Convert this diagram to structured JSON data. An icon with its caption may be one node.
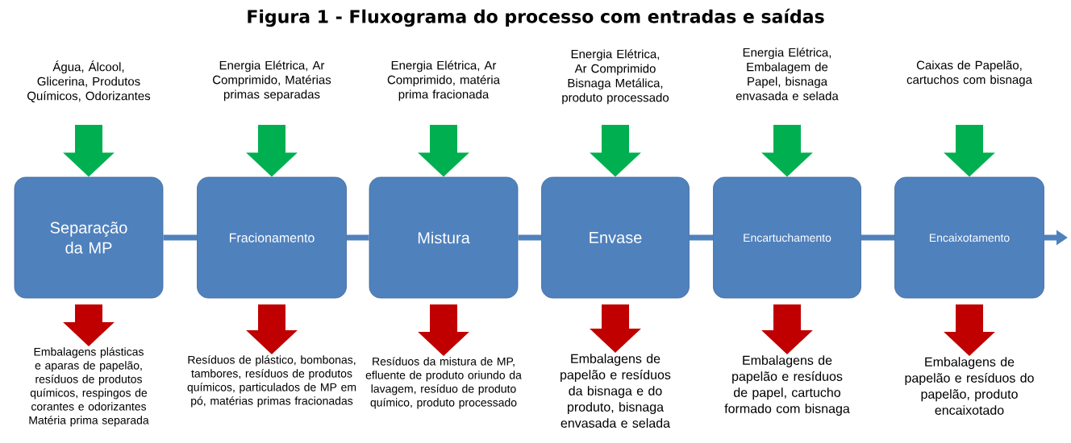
{
  "diagram": {
    "title": "Figura 1 - Fluxograma do processo com entradas e saídas",
    "nodes": [
      {
        "text": [
          "Água, Álcool, Glicerina, Produtos Químicos, Odorizantes"
        ]
      },
      {
        "text": [
          "Energia Elétrica, Ar Comprimido, Matérias primas separadas"
        ]
      },
      {
        "text": [
          "Energia Elétrica, Ar Comprimido, matéria prima fracionada"
        ]
      },
      {
        "text": [
          "Energia Elétrica, Ar Comprimido Bisnaga Metálica, produto processado"
        ]
      },
      {
        "text": [
          "Energia Elétrica, Embalagem de Papel, bisnaga envasada e selada"
        ]
      },
      {
        "text": [
          "Caixas de Papelão, cartuchos com bisnaga"
        ]
      },
      {
        "text": [
          "Separação da MP"
        ]
      },
      {
        "text": [
          "Fracionamento"
        ]
      },
      {
        "text": [
          "Mistura"
        ]
      },
      {
        "text": [
          "Envase"
        ]
      },
      {
        "text": [
          "Encartuchamento"
        ]
      },
      {
        "text": [
          "Encaixotamento"
        ]
      },
      {
        "text": [
          "Embalagens plásticas e aparas de papelão, resíduos de produtos químicos, respingos de corantes e odorizantes Matéria prima separada"
        ]
      },
      {
        "text": [
          "Resíduos de plástico, bombonas, tambores, resíduos de produtos químicos, particulados de MP em pó, matérias primas fracionadas"
        ]
      },
      {
        "text": [
          "Resíduos da mistura de MP, efluente de produto oriundo da lavagem, resíduo de produto químico, produto processado"
        ]
      },
      {
        "text": [
          "Embalagens de papelão e resíduos da bisnaga e do produto, bisnaga envasada e selada"
        ]
      },
      {
        "text": [
          "Embalagens de papelão e resíduos de papel, cartucho formado com bisnaga"
        ]
      },
      {
        "text": [
          "Embalagens de papelão e resíduos do papelão, produto encaixotado"
        ]
      }
    ],
    "edges": [
      {
        "from": 0,
        "to": 6,
        "arrow": "to",
        "color": "#00b050"
      },
      {
        "from": 1,
        "to": 7,
        "arrow": "to",
        "color": "#00b050"
      },
      {
        "from": 2,
        "to": 8,
        "arrow": "to",
        "color": "#00b050"
      },
      {
        "from": 3,
        "to": 9,
        "arrow": "to",
        "color": "#00b050"
      },
      {
        "from": 4,
        "to": 10,
        "arrow": "to",
        "color": "#00b050"
      },
      {
        "from": 5,
        "to": 11,
        "arrow": "to",
        "color": "#00b050"
      },
      {
        "from": 6,
        "to": 7,
        "arrow": "none",
        "color": "#4f81bd"
      },
      {
        "from": 7,
        "to": 8,
        "arrow": "none",
        "color": "#4f81bd"
      },
      {
        "from": 8,
        "to": 9,
        "arrow": "none",
        "color": "#4f81bd"
      },
      {
        "from": 9,
        "to": 10,
        "arrow": "none",
        "color": "#4f81bd"
      },
      {
        "from": 10,
        "to": 11,
        "arrow": "none",
        "color": "#4f81bd"
      },
      {
        "from": 11,
        "to": null,
        "arrow": "to",
        "color": "#4f81bd"
      },
      {
        "from": 6,
        "to": 12,
        "arrow": "to",
        "color": "#c00000"
      },
      {
        "from": 7,
        "to": 13,
        "arrow": "to",
        "color": "#c00000"
      },
      {
        "from": 8,
        "to": 14,
        "arrow": "to",
        "color": "#c00000"
      },
      {
        "from": 9,
        "to": 15,
        "arrow": "to",
        "color": "#c00000"
      },
      {
        "from": 10,
        "to": 16,
        "arrow": "to",
        "color": "#c00000"
      },
      {
        "from": 11,
        "to": 17,
        "arrow": "to",
        "color": "#c00000"
      }
    ]
  }
}
